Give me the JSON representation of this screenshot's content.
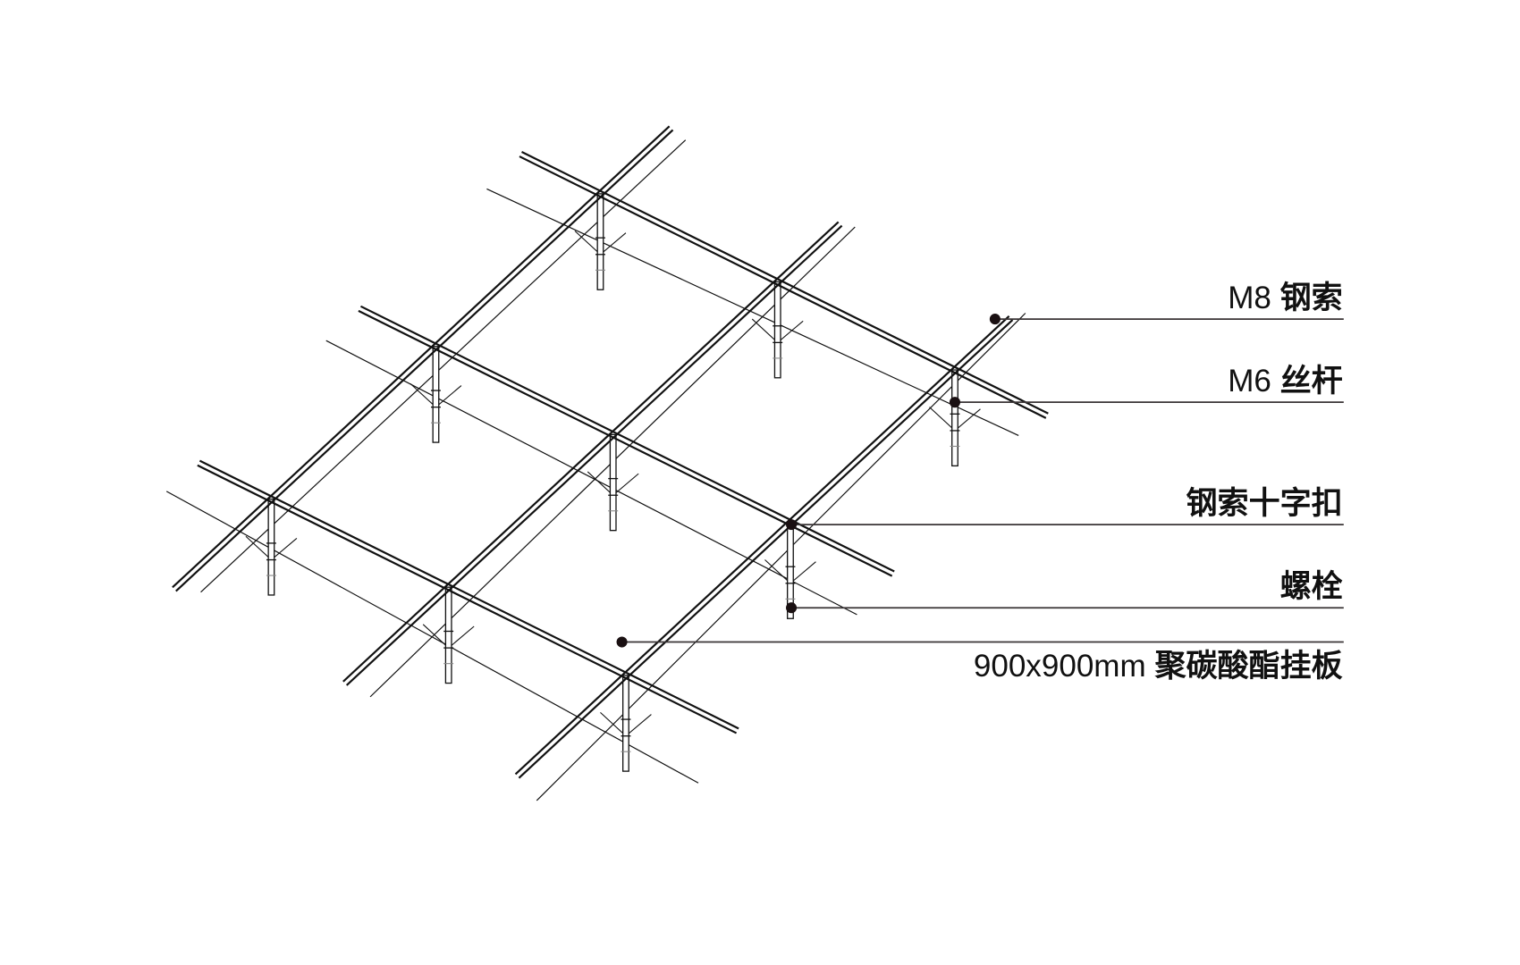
{
  "labels": [
    {
      "id": "m8-cable",
      "prefix": "M8 ",
      "text": "钢索"
    },
    {
      "id": "m6-rod",
      "prefix": "M6 ",
      "text": "丝杆"
    },
    {
      "id": "cable-cross-clip",
      "prefix": "",
      "text": "钢索十字扣"
    },
    {
      "id": "bolt",
      "prefix": "",
      "text": "螺栓"
    },
    {
      "id": "pc-panel",
      "prefix": "900x900mm ",
      "text": "聚碳酸酯挂板"
    }
  ],
  "colors": {
    "line": "#111111",
    "leader": "#3a3536",
    "dot": "#1a1012"
  }
}
